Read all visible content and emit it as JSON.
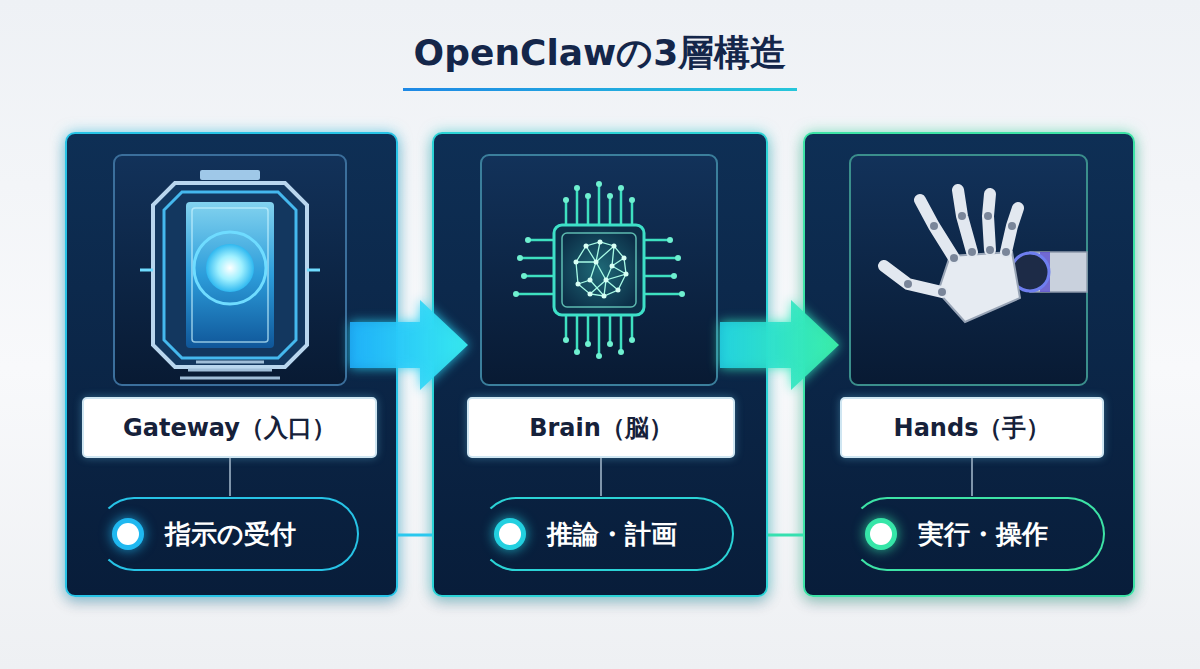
{
  "diagram": {
    "title": "OpenClawの3層構造",
    "nodes": [
      {
        "text": [
          "Gateway（入口）",
          "指示の受付"
        ]
      },
      {
        "text": [
          "Brain（脳）",
          "推論・計画"
        ]
      },
      {
        "text": [
          "Hands（手）",
          "実行・操作"
        ]
      }
    ],
    "edges": [
      {
        "from": 0,
        "to": 1,
        "arrow": "to"
      },
      {
        "from": 1,
        "to": 2,
        "arrow": "to"
      },
      {
        "from": 0,
        "to": 1,
        "arrow": "none"
      },
      {
        "from": 1,
        "to": 2,
        "arrow": "none"
      }
    ]
  }
}
